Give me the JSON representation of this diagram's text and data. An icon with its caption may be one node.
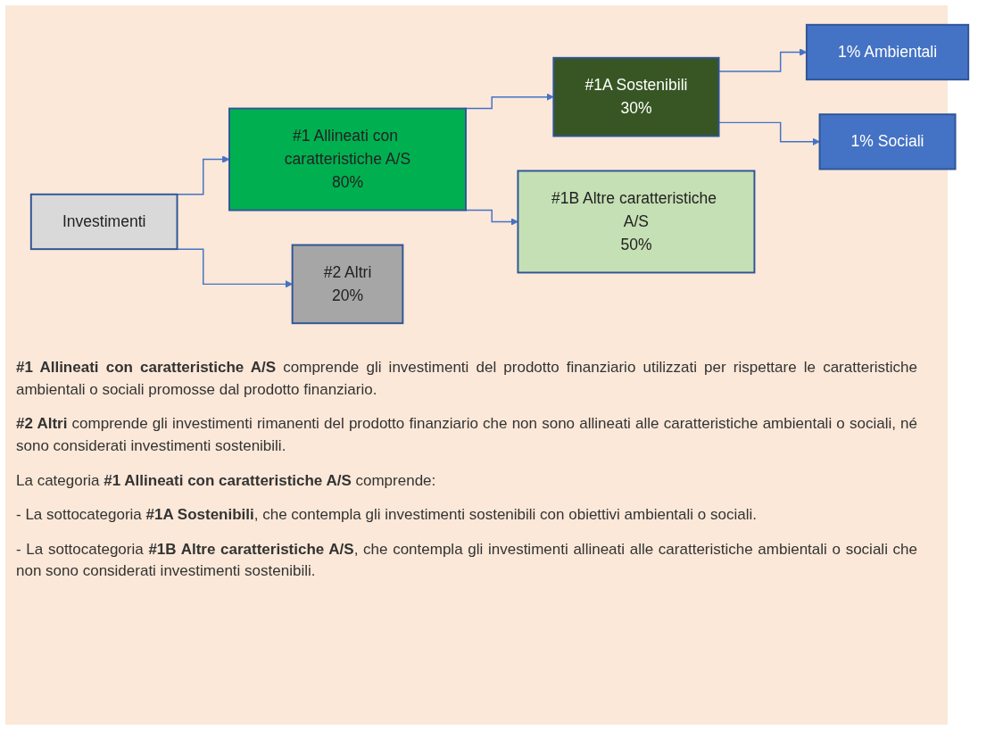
{
  "diagram": {
    "nodes": [
      {
        "text": [
          "Investimenti"
        ]
      },
      {
        "text": [
          "#1 Allineati con caratteristiche A/S",
          "80%"
        ]
      },
      {
        "text": [
          "#2 Altri",
          "20%"
        ]
      },
      {
        "text": [
          "#1A Sostenibili",
          "30%"
        ]
      },
      {
        "text": [
          "#1B Altre caratteristiche A/S",
          "50%"
        ]
      },
      {
        "text": [
          "1% Ambientali"
        ]
      },
      {
        "text": [
          "1% Sociali"
        ]
      }
    ],
    "edges": [
      {
        "from": 0,
        "to": 1,
        "arrow": "to"
      },
      {
        "from": 0,
        "to": 2,
        "arrow": "to"
      },
      {
        "from": 1,
        "to": 3,
        "arrow": "to"
      },
      {
        "from": 1,
        "to": 4,
        "arrow": "to"
      },
      {
        "from": 3,
        "to": 5,
        "arrow": "to"
      },
      {
        "from": 3,
        "to": 6,
        "arrow": "to"
      }
    ],
    "labels": [
      "**#1 Allineati con caratteristiche A/S** comprende gli investimenti del prodotto finanziario utilizzati per rispettare le caratteristiche ambientali o sociali promosse dal prodotto finanziario.",
      "**#2 Altri** comprende gli investimenti rimanenti del prodotto finanziario che non sono allineati alle caratteristiche ambientali o sociali, né sono considerati investimenti sostenibili.",
      "La categoria **#1 Allineati con caratteristiche A/S** comprende:",
      "-  La sottocategoria **#1A Sostenibili**, che contempla gli investimenti sostenibili con obiettivi ambientali o sociali.",
      "- La sottocategoria **#1B Altre caratteristiche A/S**, che contempla gli investimenti allineati alle caratteristiche ambientali o sociali che non sono considerati investimenti sostenibili."
    ]
  }
}
